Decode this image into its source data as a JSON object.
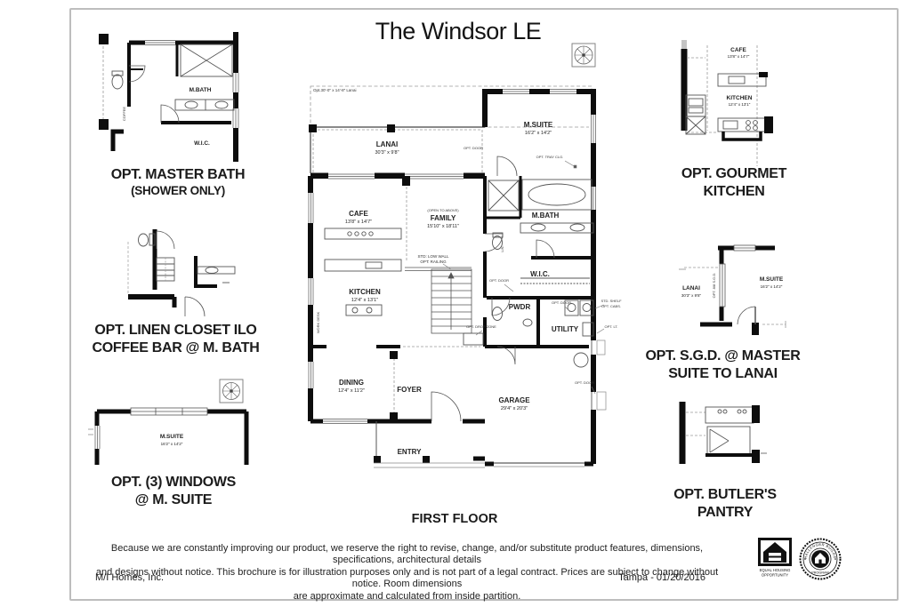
{
  "page": {
    "title": "The Windsor LE",
    "floor_label": "FIRST FLOOR",
    "company": "M/I Homes, Inc.",
    "location_date": "Tampa - 01/20/2016",
    "disclaimer_line1": "Because we are constantly improving our product, we reserve the right to revise, change, and/or substitute product features, dimensions, specifications, architectural details",
    "disclaimer_line2": "and designs without notice.  This brochure is for illustration purposes only and is not part of a legal contract.  Prices are subject to change without notice.  Room dimensions",
    "disclaimer_line3": "are approximate and calculated from inside partition."
  },
  "logos": {
    "eho_line1": "EQUAL HOUSING",
    "eho_line2": "OPPORTUNITY",
    "seal_top": "CHALLENGER BUILDER",
    "seal_bottom": "PROGRAM"
  },
  "colors": {
    "wall": "#0d0d0d",
    "thin_line": "#555555",
    "dashed_line": "#9a9a9a",
    "border": "#bdbdbd"
  },
  "options_left": [
    {
      "caption1": "OPT. MASTER BATH",
      "caption2": "(SHOWER ONLY)",
      "labels": {
        "mbath": "M.BATH",
        "wic": "W.I.C.",
        "coffee": "COFFEE"
      }
    },
    {
      "caption1": "OPT. LINEN CLOSET ILO",
      "caption2": "COFFEE BAR @ M. BATH"
    },
    {
      "caption1": "OPT. (3) WINDOWS",
      "caption2": "@ M. SUITE",
      "labels": {
        "msuite": "M.SUITE",
        "msuite_dims": "16'2\" x 14'2\""
      }
    }
  ],
  "options_right": [
    {
      "caption1": "OPT. GOURMET",
      "caption2": "KITCHEN",
      "labels": {
        "cafe": "CAFE",
        "cafe_dims": "13'8\" x 14'7\"",
        "kitchen": "KITCHEN",
        "kitchen_dims": "12'4\" x 13'1\""
      }
    },
    {
      "caption1": "OPT. S.G.D. @ MASTER",
      "caption2": "SUITE TO LANAI",
      "labels": {
        "lanai": "LANAI",
        "lanai_dims": "30'3\" x 9'8\"",
        "msuite": "M.SUITE",
        "msuite_dims": "16'2\" x 14'2\"",
        "sgd": "OPT. 8/8 S.G.D."
      }
    },
    {
      "caption1": "OPT. BUTLER'S",
      "caption2": "PANTRY"
    }
  ],
  "main_plan": {
    "rooms": {
      "lanai": {
        "name": "LANAI",
        "dims": "30'3\" x 9'8\""
      },
      "msuite": {
        "name": "M.SUITE",
        "dims": "16'2\" x 14'2\""
      },
      "cafe": {
        "name": "CAFE",
        "dims": "13'8\" x 14'7\""
      },
      "family": {
        "name": "FAMILY",
        "dims": "15'10\" x 18'11\"",
        "note": "(OPEN TO ABOVE)"
      },
      "mbath": {
        "name": "M.BATH"
      },
      "kitchen": {
        "name": "KITCHEN",
        "dims": "12'4\" x 13'1\""
      },
      "wic": {
        "name": "W.I.C."
      },
      "pwdr": {
        "name": "PWDR"
      },
      "utility": {
        "name": "UTILITY"
      },
      "dining": {
        "name": "DINING",
        "dims": "12'4\" x 11'2\""
      },
      "foyer": {
        "name": "FOYER"
      },
      "entry": {
        "name": "ENTRY"
      },
      "garage": {
        "name": "GARAGE",
        "dims": "29'4\" x 20'3\""
      }
    },
    "notes": {
      "opt_lanai": "Opt.30'-0\" x 14'-8\" Lanai",
      "tray": "OPT. TRAY CLG.",
      "low_wall1": "STD: LOW WALL",
      "low_wall2": "OPT: RAILING",
      "opt_door": "OPT. DOOR",
      "drop_zone": "OPT. DROP ZONE",
      "shelf1": "STD. SHELF",
      "shelf2": "OPT. CABS.",
      "opt_lt": "OPT. LT.",
      "work_desk": "WORK DESK",
      "lin": "LIN."
    }
  }
}
